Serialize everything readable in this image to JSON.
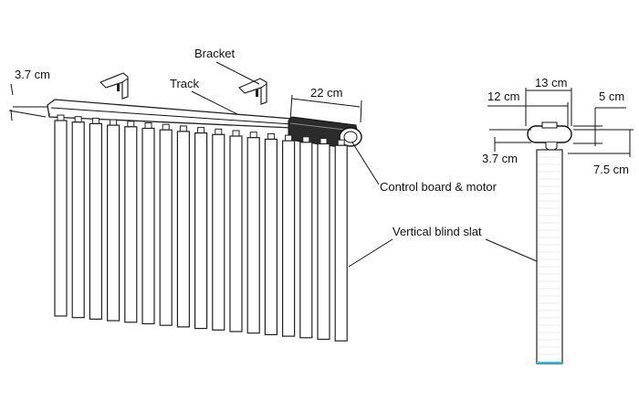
{
  "labels": {
    "dim_left": "3.7 cm",
    "bracket": "Bracket",
    "track": "Track",
    "dim_22": "22 cm",
    "control": "Control board & motor",
    "slat": "Vertical blind slat",
    "dim_13": "13 cm",
    "dim_12": "12 cm",
    "dim_5": "5 cm",
    "dim_37b": "3.7 cm",
    "dim_75": "7.5 cm"
  },
  "colors": {
    "line": "#111111",
    "accent_bottom": "#27c3e0"
  }
}
